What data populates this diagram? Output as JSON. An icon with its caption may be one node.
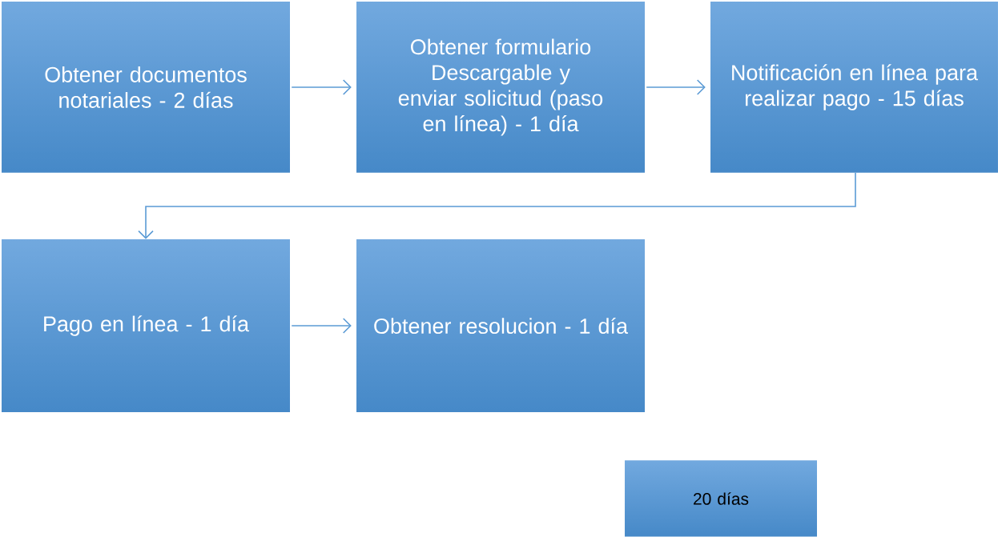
{
  "diagram": {
    "nodes": [
      {
        "text": [
          "Obtener documentos notariales - 2 días"
        ]
      },
      {
        "text": [
          "Obtener formulario Descargable y enviar solicitud (paso en línea) - 1 día"
        ]
      },
      {
        "text": [
          "Notificación en línea para realizar pago - 15 días"
        ]
      },
      {
        "text": [
          "Pago en línea - 1 día"
        ]
      },
      {
        "text": [
          "Obtener resolucion - 1 día"
        ]
      },
      {
        "text": [
          "20 días"
        ]
      }
    ],
    "edges": [
      {
        "from": 0,
        "to": 1,
        "arrow": "to"
      },
      {
        "from": 1,
        "to": 2,
        "arrow": "to"
      },
      {
        "from": 2,
        "to": 3,
        "arrow": "to"
      },
      {
        "from": 3,
        "to": 4,
        "arrow": "to"
      }
    ]
  }
}
